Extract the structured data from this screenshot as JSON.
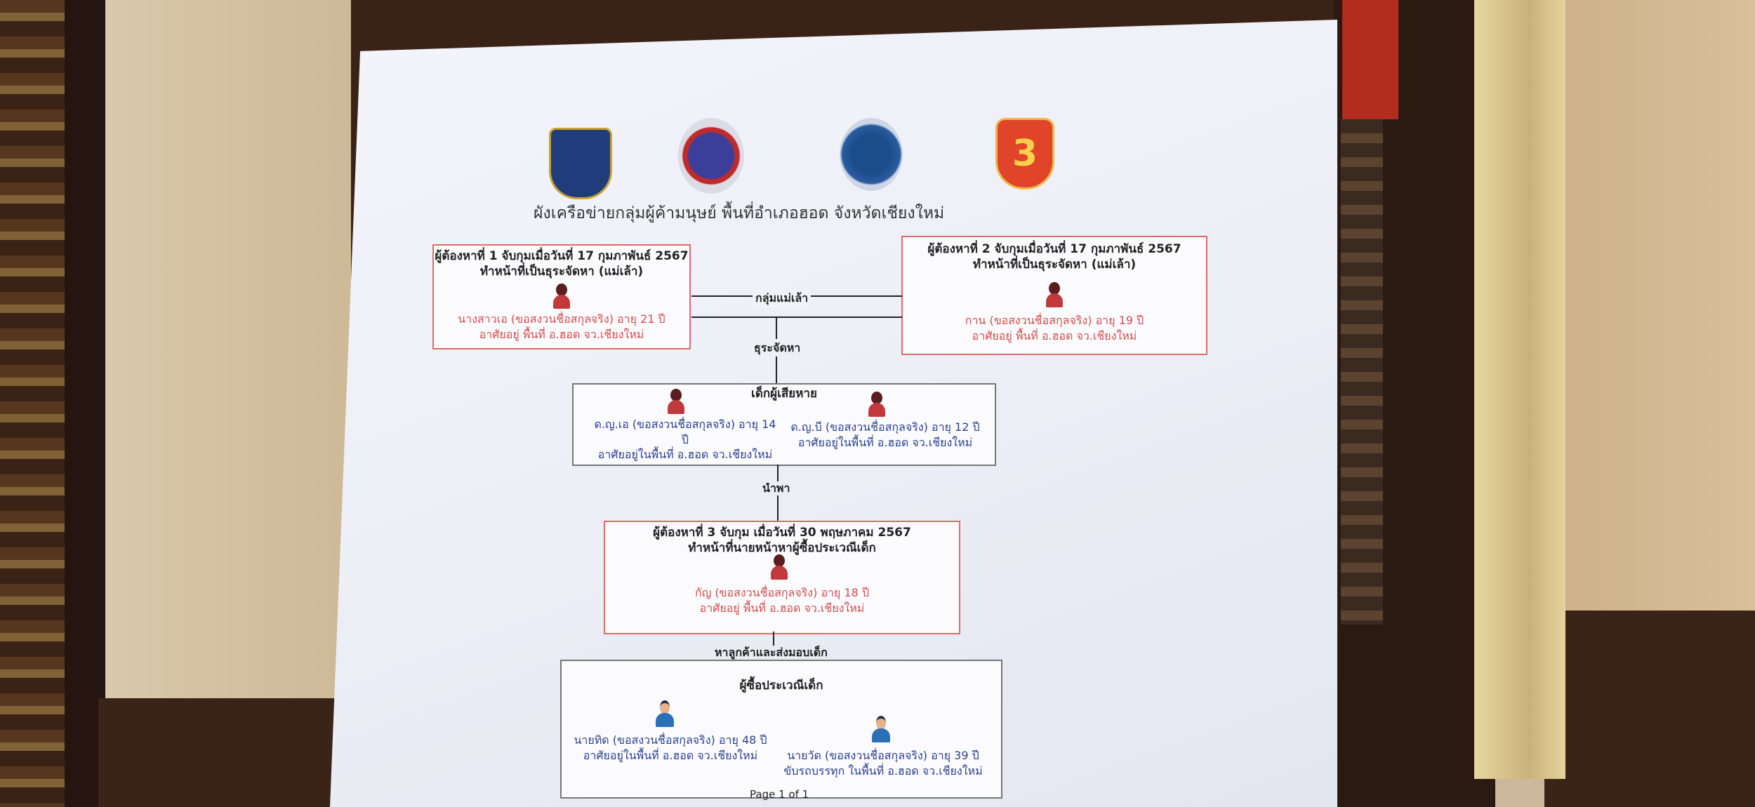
{
  "poster": {
    "title": "ผังเครือข่ายกลุ่มผู้ค้ามนุษย์ พื้นที่อำเภอฮอด จังหวัดเชียงใหม่",
    "logo4_text": "3",
    "suspect1": {
      "header1": "ผู้ต้องหาที่ 1 จับกุมเมื่อวันที่ 17 กุมภาพันธ์ 2567",
      "header2": "ทำหน้าที่เป็นธุระจัดหา (แม่เล้า)",
      "name": "นางสาวเอ (ขอสงวนชื่อสกุลจริง) อายุ 21 ปี",
      "address": "อาศัยอยู่ พื้นที่ อ.ฮอด จว.เชียงใหม่"
    },
    "suspect2": {
      "header1": "ผู้ต้องหาที่ 2 จับกุมเมื่อวันที่ 17 กุมภาพันธ์ 2567",
      "header2": "ทำหน้าที่เป็นธุระจัดหา (แม่เล้า)",
      "name": "กาน (ขอสงวนชื่อสกุลจริง) อายุ 19 ปี",
      "address": "อาศัยอยู่ พื้นที่ อ.ฮอด จว.เชียงใหม่"
    },
    "link_group": "กลุ่มแม่เล้า",
    "link_procure": "ธุระจัดหา",
    "victims": {
      "header": "เด็กผู้เสียหาย",
      "v1_name": "ด.ญ.เอ (ขอสงวนชื่อสกุลจริง) อายุ 14 ปี",
      "v1_address": "อาศัยอยู่ในพื้นที่ อ.ฮอด จว.เชียงใหม่",
      "v2_name": "ด.ญ.บี (ขอสงวนชื่อสกุลจริง) อายุ 12 ปี",
      "v2_address": "อาศัยอยู่ในพื้นที่ อ.ฮอด จว.เชียงใหม่"
    },
    "link_lead": "นำพา",
    "suspect3": {
      "header1": "ผู้ต้องหาที่ 3 จับกุม เมื่อวันที่ 30 พฤษภาคม 2567",
      "header2": "ทำหน้าที่นายหน้าหาผู้ซื้อประเวณีเด็ก",
      "name": "กัญ (ขอสงวนชื่อสกุลจริง) อายุ 18 ปี",
      "address": "อาศัยอยู่ พื้นที่ อ.ฮอด จว.เชียงใหม่"
    },
    "link_deliver": "หาลูกค้าและส่งมอบเด็ก",
    "buyers": {
      "header": "ผู้ซื้อประเวณีเด็ก",
      "b1_name": "นายทิด (ขอสงวนชื่อสกุลจริง) อายุ 48 ปี",
      "b1_address": "อาศัยอยู่ในพื้นที่ อ.ฮอด จว.เชียงใหม่",
      "b2_name": "นายวัด (ขอสงวนชื่อสกุลจริง) อายุ 39 ปี",
      "b2_address": "ขับรถบรรทุก ในพื้นที่ อ.ฮอด จว.เชียงใหม่"
    },
    "footer": "Page 1 of 1"
  }
}
